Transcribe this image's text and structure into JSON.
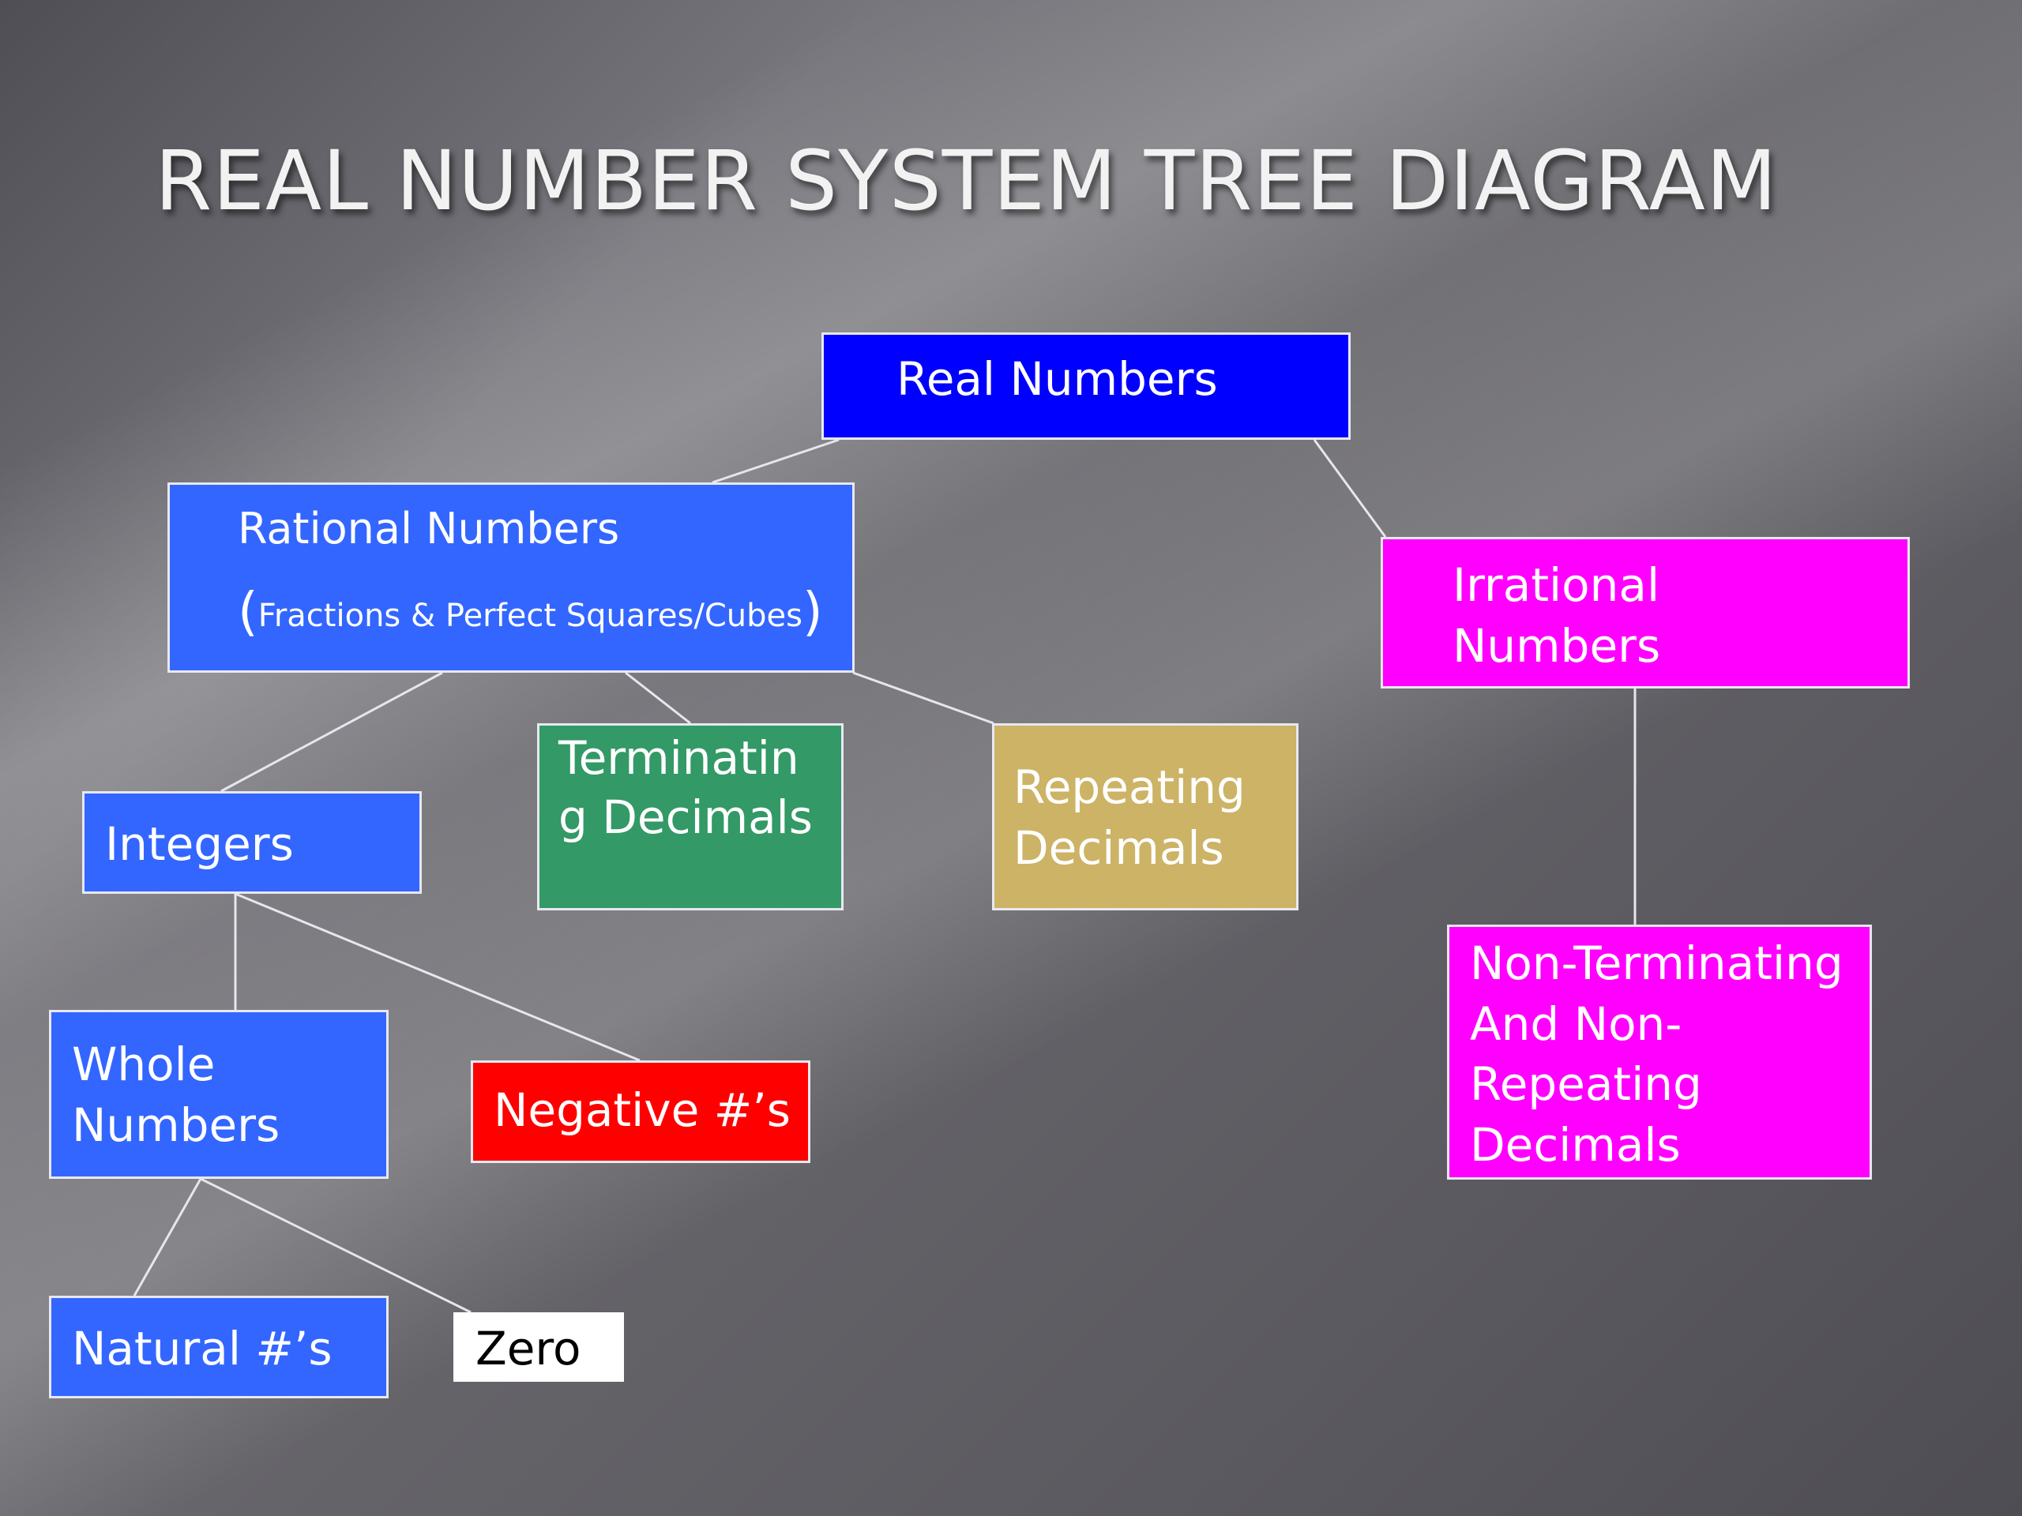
{
  "title": "REAL NUMBER SYSTEM TREE DIAGRAM",
  "nodes": {
    "real": {
      "label": "Real Numbers",
      "color": "#0000ff"
    },
    "rational": {
      "label": "Rational Numbers",
      "note": "Fractions & Perfect Squares/Cubes",
      "color": "#3366ff"
    },
    "irrational": {
      "label": "Irrational Numbers",
      "color": "#ff00ff"
    },
    "integers": {
      "label": "Integers",
      "color": "#3366ff"
    },
    "terminating": {
      "label": "Terminatin g Decimals",
      "color": "#339966"
    },
    "repeating": {
      "label": "Repeating Decimals",
      "color": "#ccb366"
    },
    "non_terminating": {
      "label": "Non-Terminating And Non-Repeating Decimals",
      "color": "#ff00ff"
    },
    "whole": {
      "label": "Whole Numbers",
      "color": "#3366ff"
    },
    "negative": {
      "label": "Negative #’s",
      "color": "#ff0000"
    },
    "natural": {
      "label": "Natural #’s",
      "color": "#3366ff"
    },
    "zero": {
      "label": "Zero",
      "color": "#ffffff"
    }
  },
  "edges": [
    [
      "real",
      "rational"
    ],
    [
      "real",
      "irrational"
    ],
    [
      "rational",
      "integers"
    ],
    [
      "rational",
      "terminating"
    ],
    [
      "rational",
      "repeating"
    ],
    [
      "irrational",
      "non_terminating"
    ],
    [
      "integers",
      "whole"
    ],
    [
      "integers",
      "negative"
    ],
    [
      "whole",
      "natural"
    ],
    [
      "whole",
      "zero"
    ]
  ]
}
